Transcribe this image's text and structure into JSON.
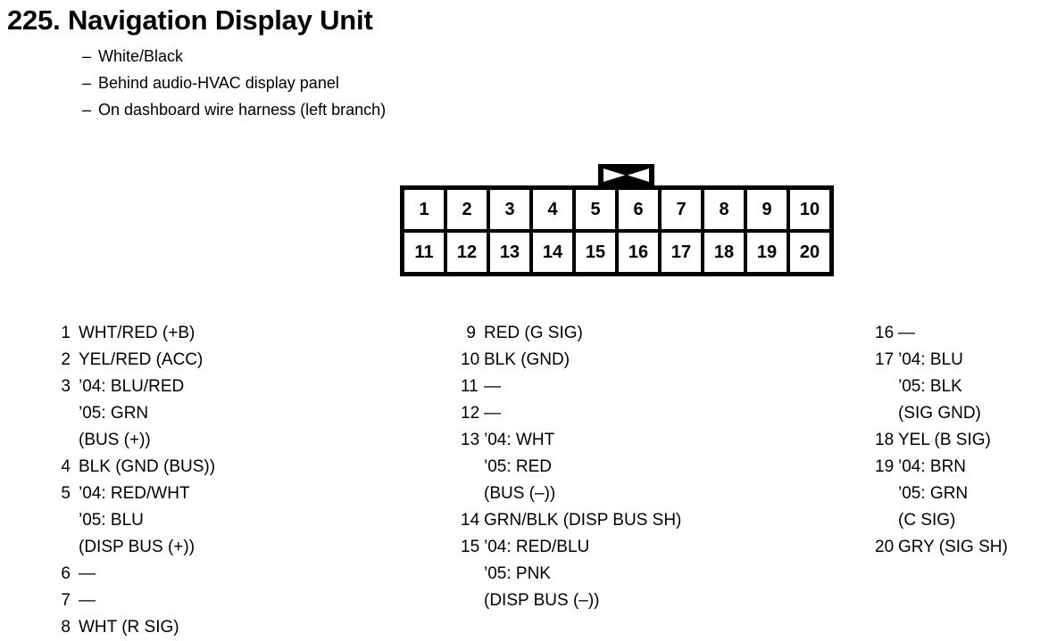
{
  "header": {
    "title": "225. Navigation Display Unit",
    "bullet_marker": "–",
    "bullets": [
      "White/Black",
      "Behind audio-HVAC display panel",
      "On dashboard wire harness (left branch)"
    ]
  },
  "connector": {
    "tab_icon": "bowtie-latch-icon",
    "rows": [
      [
        "1",
        "2",
        "3",
        "4",
        "5",
        "6",
        "7",
        "8",
        "9",
        "10"
      ],
      [
        "11",
        "12",
        "13",
        "14",
        "15",
        "16",
        "17",
        "18",
        "19",
        "20"
      ]
    ]
  },
  "legend": {
    "empty_marker": "—",
    "columns": [
      {
        "entries": [
          {
            "pin": "1",
            "lines": [
              "WHT/RED (+B)"
            ]
          },
          {
            "pin": "2",
            "lines": [
              "YEL/RED (ACC)"
            ]
          },
          {
            "pin": "3",
            "lines": [
              "’04: BLU/RED",
              "’05: GRN",
              "(BUS (+))"
            ]
          },
          {
            "pin": "4",
            "lines": [
              "BLK (GND (BUS))"
            ]
          },
          {
            "pin": "5",
            "lines": [
              "’04: RED/WHT",
              "’05: BLU",
              "(DISP BUS (+))"
            ]
          },
          {
            "pin": "6",
            "lines": [
              "—"
            ]
          },
          {
            "pin": "7",
            "lines": [
              "—"
            ]
          },
          {
            "pin": "8",
            "lines": [
              "WHT (R SIG)"
            ]
          }
        ]
      },
      {
        "entries": [
          {
            "pin": "9",
            "lines": [
              "RED (G SIG)"
            ]
          },
          {
            "pin": "10",
            "lines": [
              "BLK (GND)"
            ]
          },
          {
            "pin": "11",
            "lines": [
              "—"
            ]
          },
          {
            "pin": "12",
            "lines": [
              "—"
            ]
          },
          {
            "pin": "13",
            "lines": [
              "’04: WHT",
              "’05: RED",
              "(BUS (–))"
            ]
          },
          {
            "pin": "14",
            "lines": [
              "GRN/BLK (DISP BUS SH)"
            ]
          },
          {
            "pin": "15",
            "lines": [
              "’04: RED/BLU",
              "’05: PNK",
              "(DISP BUS (–))"
            ]
          }
        ]
      },
      {
        "entries": [
          {
            "pin": "16",
            "lines": [
              "—"
            ]
          },
          {
            "pin": "17",
            "lines": [
              "’04: BLU",
              "’05: BLK",
              "(SIG GND)"
            ]
          },
          {
            "pin": "18",
            "lines": [
              "YEL (B SIG)"
            ]
          },
          {
            "pin": "19",
            "lines": [
              "’04: BRN",
              "’05: GRN",
              "(C SIG)"
            ]
          },
          {
            "pin": "20",
            "lines": [
              "GRY (SIG SH)"
            ]
          }
        ]
      }
    ]
  }
}
